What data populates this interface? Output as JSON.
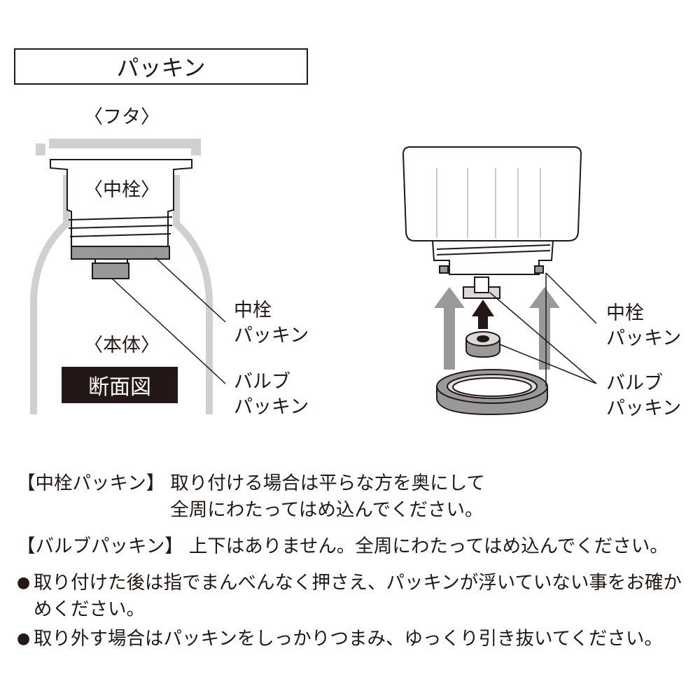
{
  "title": "パッキン",
  "left_diagram": {
    "lid_label": "〈フタ〉",
    "plug_label": "〈中栓〉",
    "body_label": "〈本体〉",
    "section_label": "断面図",
    "plug_packing_label_1": "中栓",
    "plug_packing_label_2": "パッキン",
    "valve_packing_label_1": "バルブ",
    "valve_packing_label_2": "パッキン"
  },
  "right_diagram": {
    "plug_packing_label_1": "中栓",
    "plug_packing_label_2": "パッキン",
    "valve_packing_label_1": "バルブ",
    "valve_packing_label_2": "パッキン"
  },
  "instructions": [
    {
      "head": "【中栓パッキン】",
      "lines": [
        "取り付ける場合は平らな方を奥にして",
        "全周にわたってはめ込んでください。"
      ]
    },
    {
      "head": "【バルブパッキン】",
      "lines": [
        "上下はありません。全周にわたってはめ込んでください。"
      ]
    }
  ],
  "notes": [
    "取り付けた後は指でまんべんなく押さえ、パッキンが浮いていない事をお確かめください。",
    "取り外す場合はパッキンをしっかりつまみ、ゆっくり引き抜いてください。"
  ],
  "colors": {
    "ink": "#231815",
    "gray_fill": "#d9d9d9",
    "dark_gray": "#999999",
    "arrow_gray": "#999999"
  }
}
